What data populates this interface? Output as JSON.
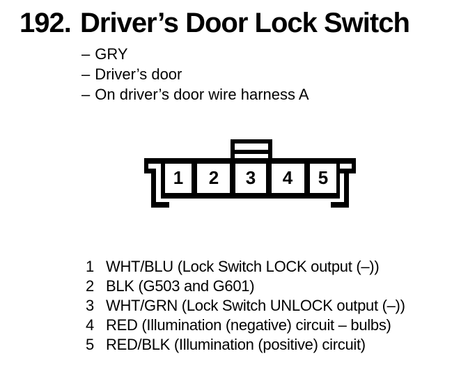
{
  "header": {
    "number": "192.",
    "title": "Driver’s Door Lock Switch"
  },
  "details": {
    "marker": "–",
    "items": [
      "GRY",
      "Driver’s door",
      "On driver’s door wire harness A"
    ]
  },
  "connector": {
    "pins": [
      "1",
      "2",
      "3",
      "4",
      "5"
    ]
  },
  "pin_legend": [
    {
      "pin": "1",
      "desc": "WHT/BLU (Lock Switch LOCK output (–))"
    },
    {
      "pin": "2",
      "desc": "BLK (G503 and G601)"
    },
    {
      "pin": "3",
      "desc": "WHT/GRN (Lock Switch UNLOCK output (–))"
    },
    {
      "pin": "4",
      "desc": "RED (Illumination (negative) circuit – bulbs)"
    },
    {
      "pin": "5",
      "desc": "RED/BLK (Illumination (positive) circuit)"
    }
  ],
  "colors": {
    "ink": "#000000",
    "paper": "#ffffff"
  }
}
